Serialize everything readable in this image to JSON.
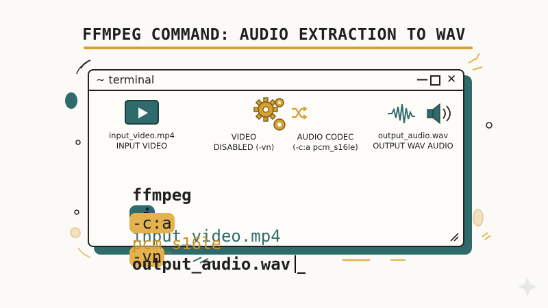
{
  "heading": "FFMPEG COMMAND: AUDIO EXTRACTION TO WAV",
  "terminal": {
    "title": "~ terminal",
    "controls": {
      "minimize": "—",
      "close": "✕"
    }
  },
  "pipeline": {
    "input": {
      "filename": "input_video.mp4",
      "caption": "INPUT VIDEO",
      "icon": "video-play-icon"
    },
    "video_disabled": {
      "line1": "VIDEO",
      "line2": "DISABLED (-vn)",
      "icon": "gears-icon"
    },
    "audio_codec": {
      "line1": "AUDIO CODEC",
      "line2": "(-c:a pcm_s16le)",
      "icon": "shuffle-icon"
    },
    "output": {
      "filename": "output_audio.wav",
      "caption": "OUTPUT WAV AUDIO",
      "icon": "speaker-waveform-icon"
    }
  },
  "command": {
    "line1": [
      {
        "text": "ffmpeg",
        "style": "plain"
      },
      {
        "text": "-i",
        "style": "flag-teal"
      },
      {
        "text": "input_video.mp4",
        "style": "teal"
      },
      {
        "text": "-vn",
        "style": "flag-gold"
      }
    ],
    "line2": [
      {
        "text": "-c:a",
        "style": "flag-gold"
      },
      {
        "text": "pcm_s16le",
        "style": "gold"
      },
      {
        "text": "output_audio.wav",
        "style": "plain"
      }
    ]
  },
  "colors": {
    "teal": "#2f6b6b",
    "gold": "#e3b24e",
    "gold_text": "#c99228",
    "ink": "#1f1f1f",
    "paper": "#fbfaf6"
  }
}
